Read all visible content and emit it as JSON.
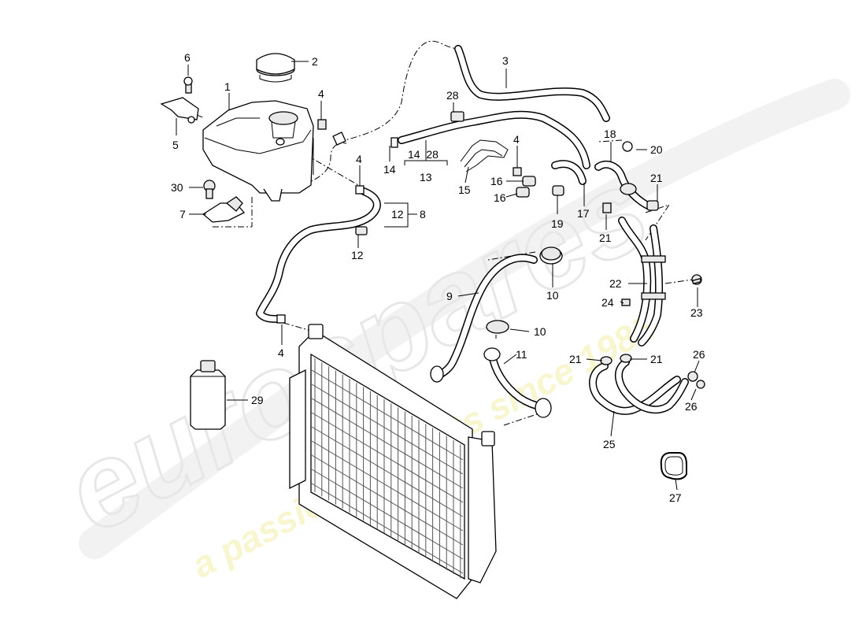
{
  "watermark": {
    "brand": "eurospares",
    "tagline": "a passion for parts since 1985"
  },
  "callouts": [
    {
      "id": "c-6",
      "text": "6"
    },
    {
      "id": "c-2",
      "text": "2"
    },
    {
      "id": "c-1",
      "text": "1"
    },
    {
      "id": "c-4a",
      "text": "4"
    },
    {
      "id": "c-5",
      "text": "5"
    },
    {
      "id": "c-3",
      "text": "3"
    },
    {
      "id": "c-28a",
      "text": "28"
    },
    {
      "id": "c-14-28",
      "text": "14  28"
    },
    {
      "id": "c-13",
      "text": "13"
    },
    {
      "id": "c-14",
      "text": "14"
    },
    {
      "id": "c-4b",
      "text": "4"
    },
    {
      "id": "c-15",
      "text": "15"
    },
    {
      "id": "c-4c",
      "text": "4"
    },
    {
      "id": "c-16a",
      "text": "16"
    },
    {
      "id": "c-16b",
      "text": "16"
    },
    {
      "id": "c-17",
      "text": "17"
    },
    {
      "id": "c-18",
      "text": "18"
    },
    {
      "id": "c-20",
      "text": "20"
    },
    {
      "id": "c-21a",
      "text": "21"
    },
    {
      "id": "c-30",
      "text": "30"
    },
    {
      "id": "c-7",
      "text": "7"
    },
    {
      "id": "c-12a",
      "text": "12"
    },
    {
      "id": "c-8",
      "text": "8"
    },
    {
      "id": "c-12b",
      "text": "12"
    },
    {
      "id": "c-19",
      "text": "19"
    },
    {
      "id": "c-21b",
      "text": "21"
    },
    {
      "id": "c-9",
      "text": "9"
    },
    {
      "id": "c-10a",
      "text": "10"
    },
    {
      "id": "c-22",
      "text": "22"
    },
    {
      "id": "c-24",
      "text": "24"
    },
    {
      "id": "c-23",
      "text": "23"
    },
    {
      "id": "c-4d",
      "text": "4"
    },
    {
      "id": "c-10b",
      "text": "10"
    },
    {
      "id": "c-11",
      "text": "11"
    },
    {
      "id": "c-21c",
      "text": "21"
    },
    {
      "id": "c-21d",
      "text": "21"
    },
    {
      "id": "c-26a",
      "text": "26"
    },
    {
      "id": "c-26b",
      "text": "26"
    },
    {
      "id": "c-29",
      "text": "29"
    },
    {
      "id": "c-25",
      "text": "25"
    },
    {
      "id": "c-27",
      "text": "27"
    }
  ]
}
